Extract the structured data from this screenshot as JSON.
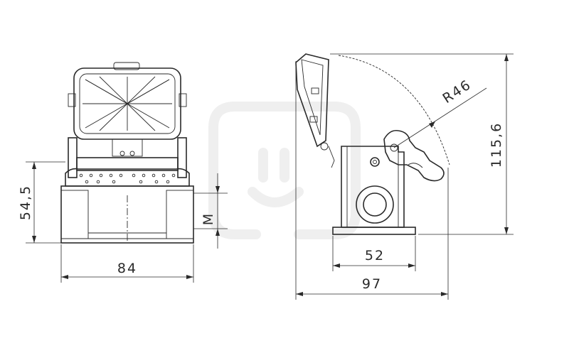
{
  "front_view": {
    "width_label": "84",
    "height_label": "54,5",
    "thread_label": "M"
  },
  "side_view": {
    "radius_label": "R46",
    "height_label": "115,6",
    "inner_width_label": "52",
    "overall_width_label": "97"
  }
}
